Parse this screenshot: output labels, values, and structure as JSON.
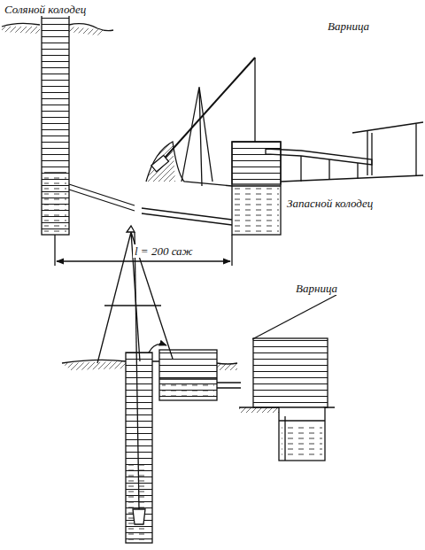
{
  "diagram": {
    "labels": [
      "Соляной колодец",
      "Варница",
      "Запасной колодец",
      "l = 200 саж",
      "Варница"
    ]
  }
}
